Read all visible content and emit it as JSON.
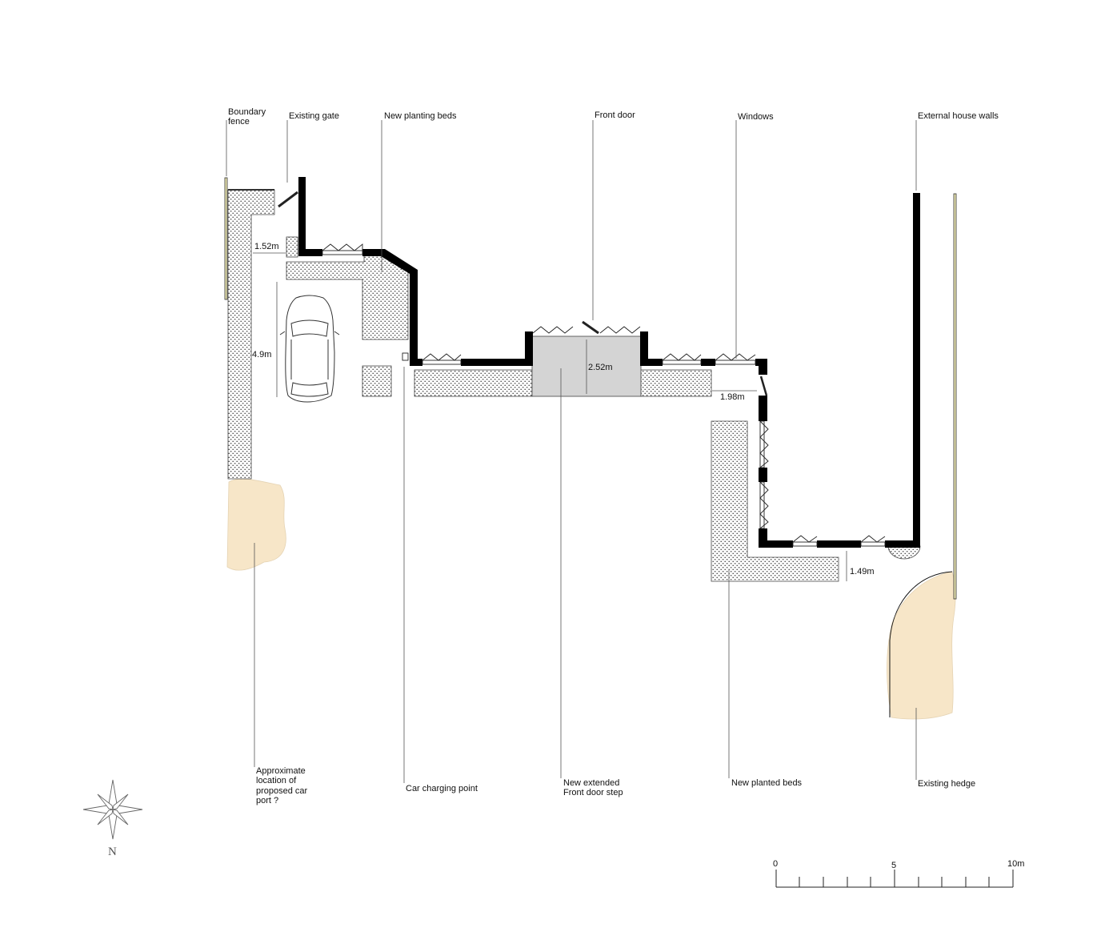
{
  "labels": {
    "boundary_fence_l1": "Boundary",
    "boundary_fence_l2": "fence",
    "existing_gate": "Existing gate",
    "new_planting_beds": "New planting beds",
    "front_door": "Front door",
    "windows": "Windows",
    "external_house_walls": "External house walls",
    "carport_l1": "Approximate",
    "carport_l2": "location of",
    "carport_l3": "proposed car",
    "carport_l4": "port ?",
    "car_charging_point": "Car charging point",
    "front_step_l1": "New extended",
    "front_step_l2": "Front door step",
    "new_planted_beds": "New planted beds",
    "existing_hedge": "Existing hedge"
  },
  "dimensions": {
    "gate_gap": "1.52m",
    "car_length": "4.9m",
    "step_depth": "2.52m",
    "path_width": "1.98m",
    "bed_gap": "1.49m"
  },
  "compass": {
    "north": "N"
  },
  "scale_bar": {
    "start": "0",
    "mid": "5",
    "end": "10m"
  },
  "colors": {
    "hedge": "#f7e6c8",
    "step": "#d4d4d4",
    "wall": "#000000"
  }
}
